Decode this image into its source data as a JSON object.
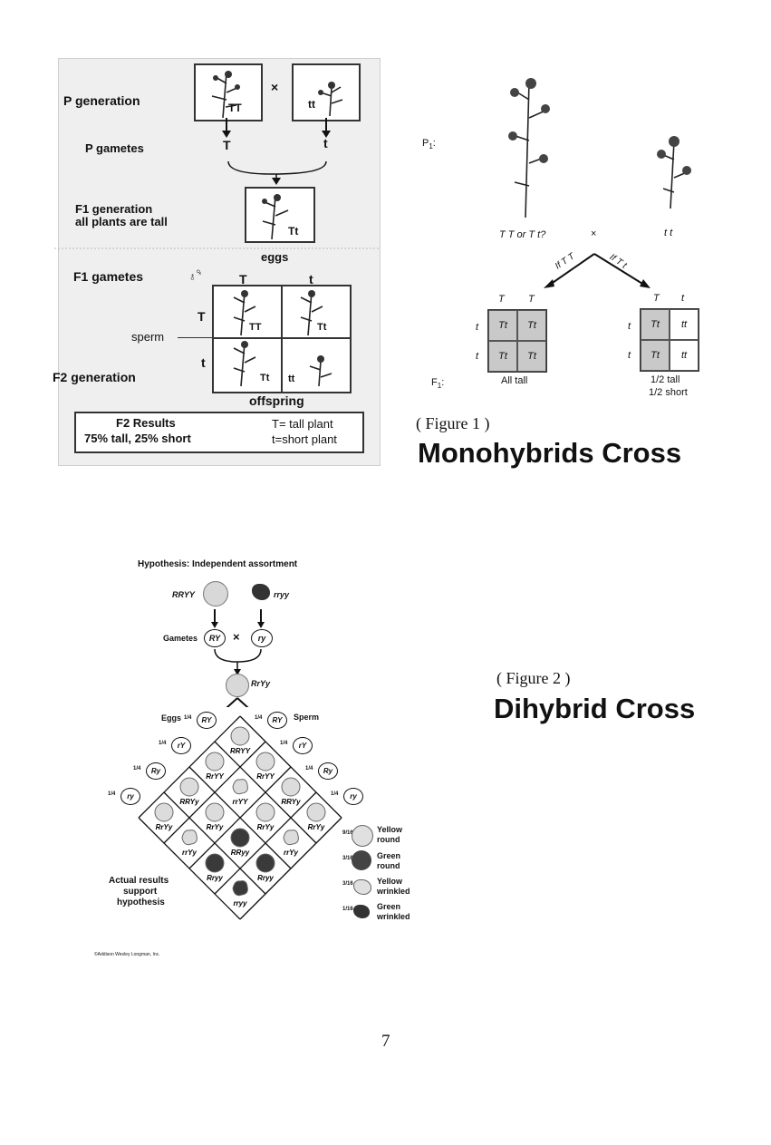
{
  "fig1": {
    "p_generation": "P generation",
    "p_gametes": "P gametes",
    "parent1_genotype": "TT",
    "parent2_genotype": "tt",
    "cross_symbol": "×",
    "gamete1": "T",
    "gamete2": "t",
    "f1_generation": "F1 generation",
    "f1_all_tall": "all plants are tall",
    "f1_genotype": "Tt",
    "eggs": "eggs",
    "f1_gametes": "F1 gametes",
    "sex_symbols": "♂♀",
    "egg_cols": [
      "T",
      "t"
    ],
    "sperm_rows": [
      "T",
      "t"
    ],
    "sperm": "sperm",
    "f2_generation": "F2 generation",
    "f2_cells": [
      "TT",
      "Tt",
      "Tt",
      "tt"
    ],
    "offspring": "offspring",
    "f2_results_title": "F2 Results",
    "f2_results_value": "75% tall, 25% short",
    "key_tall": "T= tall plant",
    "key_short": "t=short plant"
  },
  "fig1b": {
    "p1": "P",
    "p1_sub": "1",
    "left_parent": "T T or T t?",
    "cross": "×",
    "right_parent": "t t",
    "left_arrow": "If T T",
    "right_arrow": "If T t",
    "left_cols": [
      "T",
      "T"
    ],
    "left_rows": [
      "t",
      "t"
    ],
    "left_cells": [
      "Tt",
      "Tt",
      "Tt",
      "Tt"
    ],
    "right_cols": [
      "T",
      "t"
    ],
    "right_rows": [
      "t",
      "t"
    ],
    "right_cells": [
      "Tt",
      "tt",
      "Tt",
      "tt"
    ],
    "f1": "F",
    "f1_sub": "1",
    "all_tall": "All tall",
    "half_tall": "1/2 tall",
    "half_short": "1/2 short"
  },
  "caption1": {
    "label": "( Figure 1 )",
    "title": "Monohybrids Cross"
  },
  "fig2": {
    "hypothesis": "Hypothesis: Independent assortment",
    "parent1": "RRYY",
    "parent2": "rryy",
    "gametes_label": "Gametes",
    "gamete1": "RY",
    "gamete2": "ry",
    "cross": "×",
    "f1": "RrYy",
    "eggs": "Eggs",
    "sperm": "Sperm",
    "quarter": "1/4",
    "egg_gametes": [
      "RY",
      "rY",
      "Ry",
      "ry"
    ],
    "sperm_gametes": [
      "RY",
      "rY",
      "Ry",
      "ry"
    ],
    "grid_genotypes": [
      "RRYY",
      "RrYY",
      "RrYY",
      "RRYy",
      "rrYY",
      "RRYy",
      "RrYy",
      "RrYy",
      "RrYy",
      "RrYy",
      "rrYy",
      "RRyy",
      "rrYy",
      "Rryy",
      "Rryy",
      "rryy"
    ],
    "actual_results": [
      "Actual results",
      "support",
      "hypothesis"
    ],
    "legend": [
      {
        "fraction": "9/16",
        "label1": "Yellow",
        "label2": "round"
      },
      {
        "fraction": "3/16",
        "label1": "Green",
        "label2": "round"
      },
      {
        "fraction": "3/16",
        "label1": "Yellow",
        "label2": "wrinkled"
      },
      {
        "fraction": "1/16",
        "label1": "Green",
        "label2": "wrinkled"
      }
    ],
    "copyright": "©Addison Wesley Longman, Inc."
  },
  "caption2": {
    "label": "( Figure 2 )",
    "title": "Dihybrid Cross"
  },
  "page_number": "7"
}
